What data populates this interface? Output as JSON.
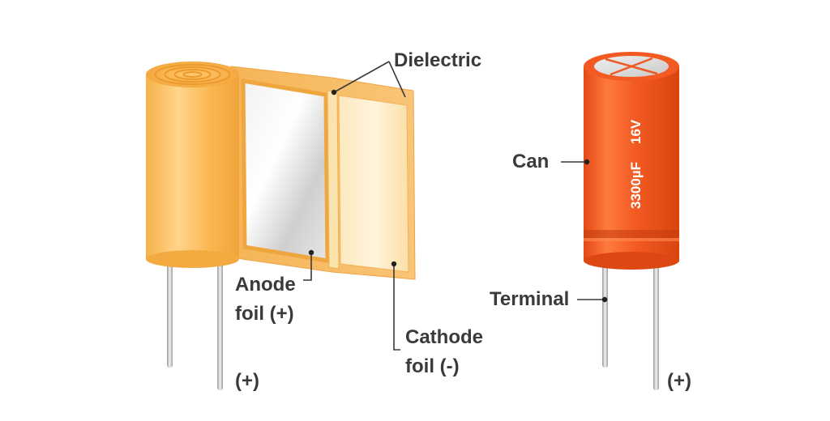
{
  "labels": {
    "dielectric": "Dielectric",
    "anode_line1": "Anode",
    "anode_line2": "foil (+)",
    "cathode_line1": "Cathode",
    "cathode_line2": "foil (-)",
    "plus_left": "(+)",
    "can": "Can",
    "terminal": "Terminal",
    "plus_right": "(+)"
  },
  "capacitor_marking": {
    "capacitance": "3300µF",
    "voltage": "16V"
  },
  "colors": {
    "label_text": "#3a3a3a",
    "roll_orange": "#f7b04a",
    "dielectric_cream": "#fbe3b0",
    "anode_silver": "#d9d9d9",
    "can_red": "#ef5a24",
    "terminal_metal": "#b8b8b8"
  }
}
